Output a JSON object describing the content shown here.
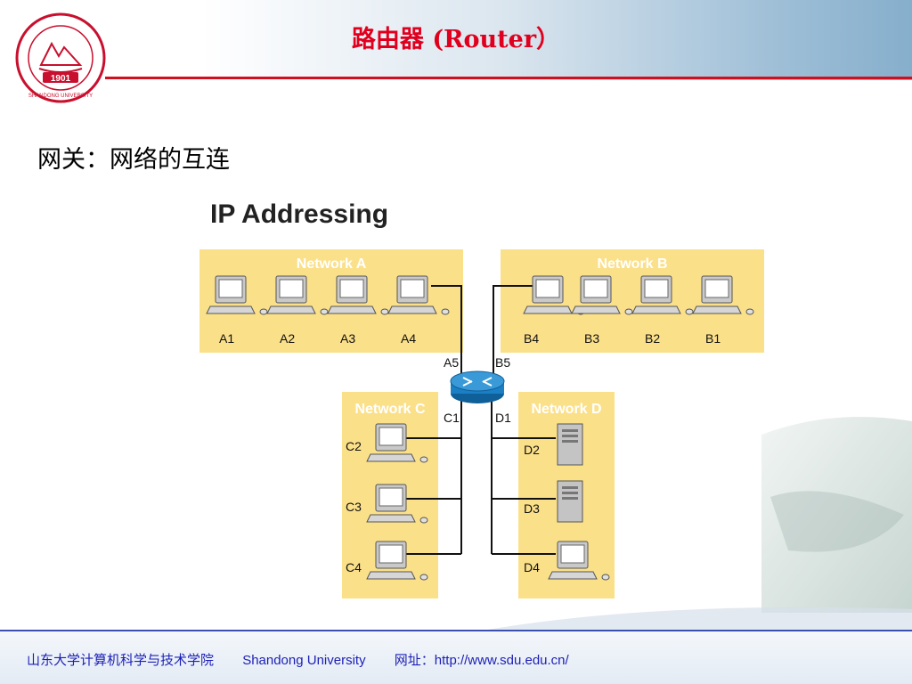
{
  "title": "路由器  (Router）",
  "subtitle": "网关：网络的互连",
  "logo": {
    "year": "1901",
    "text": "SHANDONG UNIVERSITY"
  },
  "figure": {
    "heading": "IP Addressing",
    "networks": {
      "A": {
        "label": "Network A",
        "hosts": [
          "A1",
          "A2",
          "A3",
          "A4"
        ]
      },
      "B": {
        "label": "Network B",
        "hosts": [
          "B4",
          "B3",
          "B2",
          "B1"
        ]
      },
      "C": {
        "label": "Network C",
        "hosts": [
          "C2",
          "C3",
          "C4"
        ]
      },
      "D": {
        "label": "Network D",
        "hosts": [
          "D2",
          "D3",
          "D4"
        ]
      }
    },
    "router_ports": [
      "A5",
      "B5",
      "C1",
      "D1"
    ],
    "colors": {
      "network_bg": "#fbe08a",
      "router": "#1a7fc4"
    }
  },
  "footer": {
    "school": "山东大学计算机科学与技术学院",
    "university": "Shandong University",
    "website": "网址：http://www.sdu.edu.cn/"
  }
}
